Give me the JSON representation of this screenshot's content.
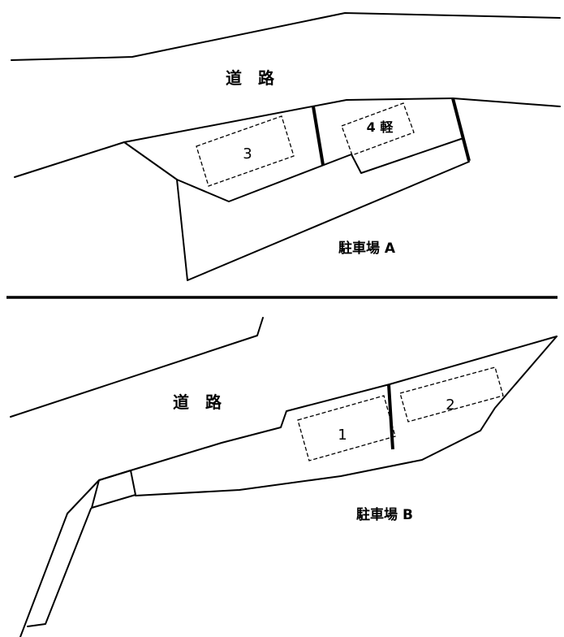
{
  "page": {
    "background": "#ffffff",
    "line_color": "#000000"
  },
  "map_a": {
    "road_label": "道　路",
    "area_label": "駐車場 A",
    "spaces": [
      {
        "label": "3"
      },
      {
        "label": "4 軽"
      }
    ]
  },
  "map_b": {
    "road_label": "道　路",
    "area_label": "駐車場 B",
    "spaces": [
      {
        "label": "1"
      },
      {
        "label": "2"
      }
    ]
  }
}
